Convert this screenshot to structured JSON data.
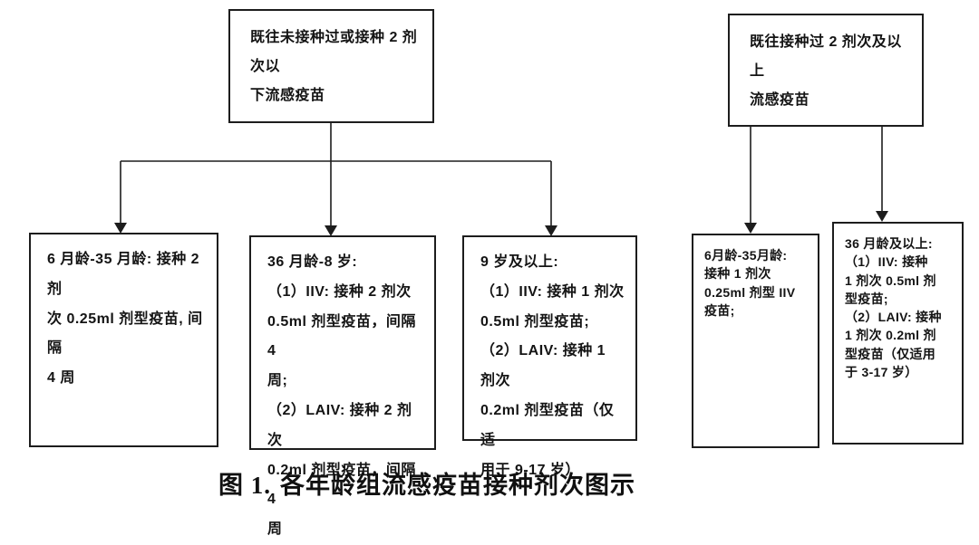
{
  "caption": {
    "prefix": "图 1.",
    "title": "各年龄组流感疫苗接种剂次图示"
  },
  "nodes": {
    "top_left": {
      "text": "既往未接种过或接种 2 剂次以\n下流感疫苗"
    },
    "top_right": {
      "text": "既往接种过 2 剂次及以上\n流感疫苗"
    },
    "age_6_35m_first": {
      "text": "6 月龄-35 月龄: 接种 2 剂\n次 0.25ml 剂型疫苗, 间隔\n4 周"
    },
    "age_36m_8y_first": {
      "text": "36 月龄-8 岁:\n（1）IIV: 接种 2 剂次\n0.5ml 剂型疫苗，间隔 4\n周;\n（2）LAIV: 接种 2 剂次\n0.2ml 剂型疫苗，间隔 4\n周"
    },
    "age_9y_up_first": {
      "text": "9 岁及以上:\n（1）IIV: 接种 1 剂次\n0.5ml 剂型疫苗;\n（2）LAIV: 接种 1 剂次\n0.2ml 剂型疫苗（仅适\n用于 9-17 岁）"
    },
    "age_6_35m_prior": {
      "text": "6月龄-35月龄:\n接种 1 剂次\n0.25ml 剂型 IIV\n疫苗;"
    },
    "age_36m_up_prior": {
      "text": "36 月龄及以上:\n（1）IIV: 接种\n1 剂次 0.5ml 剂\n型疫苗;\n（2）LAIV: 接种\n1 剂次 0.2ml 剂\n型疫苗（仅适用\n于 3-17 岁）"
    }
  },
  "colors": {
    "line": "#1d1d1d",
    "text": "#141414",
    "background": "#ffffff"
  }
}
